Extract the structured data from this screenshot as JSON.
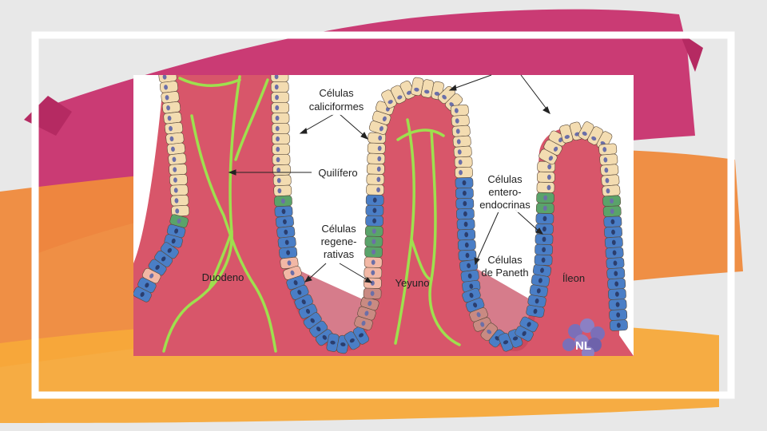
{
  "colors": {
    "background": "#e8e8e8",
    "brush_magenta": "#c8326e",
    "brush_orange": "#ef8a3c",
    "brush_yellow": "#f7a93a",
    "frame": "#ffffff",
    "tissue": "#d8566a",
    "goblet_cells": "#f3dcb1",
    "absorptive_cells": "#4a7ec6",
    "enteroendocrine_cells": "#5aa36a",
    "regenerative_cells": "#f2b8a5",
    "paneth_cells": "#c98a82",
    "lacteal": "#9ee04e"
  },
  "diagram": {
    "labels": {
      "goblet": [
        "Células",
        "caliciformes"
      ],
      "lacteal": "Quilífero",
      "enteroendocrine": [
        "Células",
        "entero-",
        "endocrinas"
      ],
      "regenerative": [
        "Células",
        "regene-",
        "rativas"
      ],
      "paneth": [
        "Células",
        "de Paneth"
      ],
      "duodenum": "Duodeno",
      "jejunum": "Yeyuno",
      "ileum": "Íleon"
    },
    "logo_text": "NL"
  }
}
